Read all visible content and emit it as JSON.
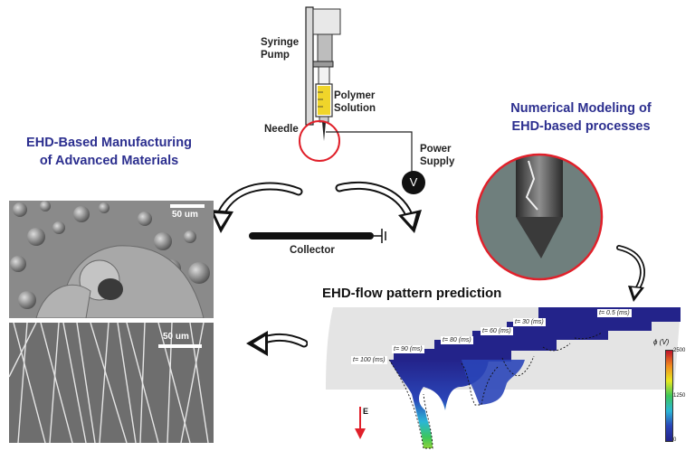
{
  "labels": {
    "syringe_pump": "Syringe\nPump",
    "polymer_solution": "Polymer\nSolution",
    "needle": "Needle",
    "power_supply": "Power\nSupply",
    "voltage_symbol": "V",
    "collector": "Collector"
  },
  "left_title": "EHD-Based Manufacturing\nof Advanced Materials",
  "right_title": "Numerical Modeling of\nEHD-based processes",
  "sem_images": {
    "top_scale": "50 um",
    "bottom_scale": "50 um"
  },
  "flow_title": "EHD-flow pattern prediction",
  "time_labels": [
    "t= 0.5 (ms)",
    "t= 30 (ms)",
    "t= 60 (ms)",
    "t= 80 (ms)",
    "t= 90 (ms)",
    "t= 100 (ms)"
  ],
  "colorbar": {
    "label": "ϕ (V)",
    "ticks": [
      "2500",
      "1250",
      "0"
    ],
    "colors": [
      "#c0122b",
      "#f08a1f",
      "#e8e81f",
      "#3dc75a",
      "#2bb6d6",
      "#2a45b8",
      "#23238a"
    ]
  },
  "field_label": "E",
  "colors": {
    "title_blue": "#2c2f8f",
    "highlight_red": "#e0202a",
    "arrow_red": "#e0202a"
  }
}
